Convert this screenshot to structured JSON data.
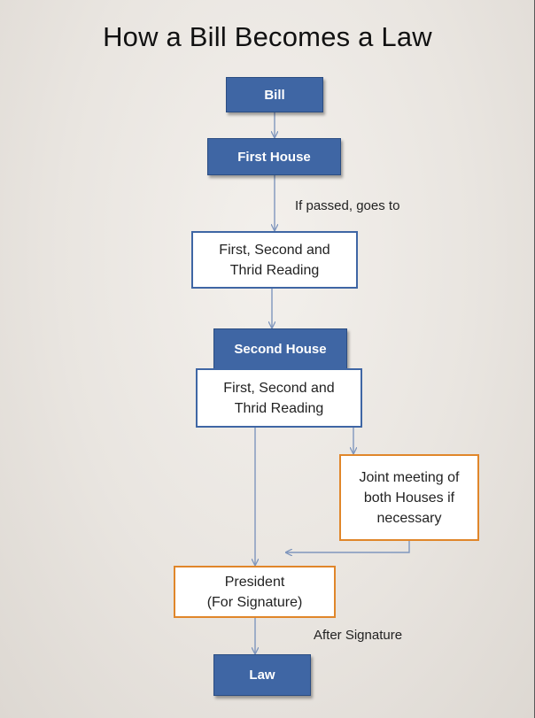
{
  "title": "How a Bill Becomes a Law",
  "nodes": {
    "bill": "Bill",
    "first_house": "First House",
    "first_house_readings": [
      "First, Second and",
      "Thrid Reading"
    ],
    "second_house": "Second House",
    "second_house_readings": [
      "First, Second and",
      "Thrid Reading"
    ],
    "joint_meeting": [
      "Joint meeting of",
      "both Houses if",
      "necessary"
    ],
    "president": [
      "President",
      "(For Signature)"
    ],
    "law": "Law"
  },
  "edge_labels": {
    "if_passed": "If passed, goes to",
    "after_signature": "After Signature"
  },
  "colors": {
    "primary_box": "#3f66a4",
    "outline_blue": "#3f66a4",
    "outline_orange": "#e0862a",
    "connector": "#7f96bd"
  }
}
